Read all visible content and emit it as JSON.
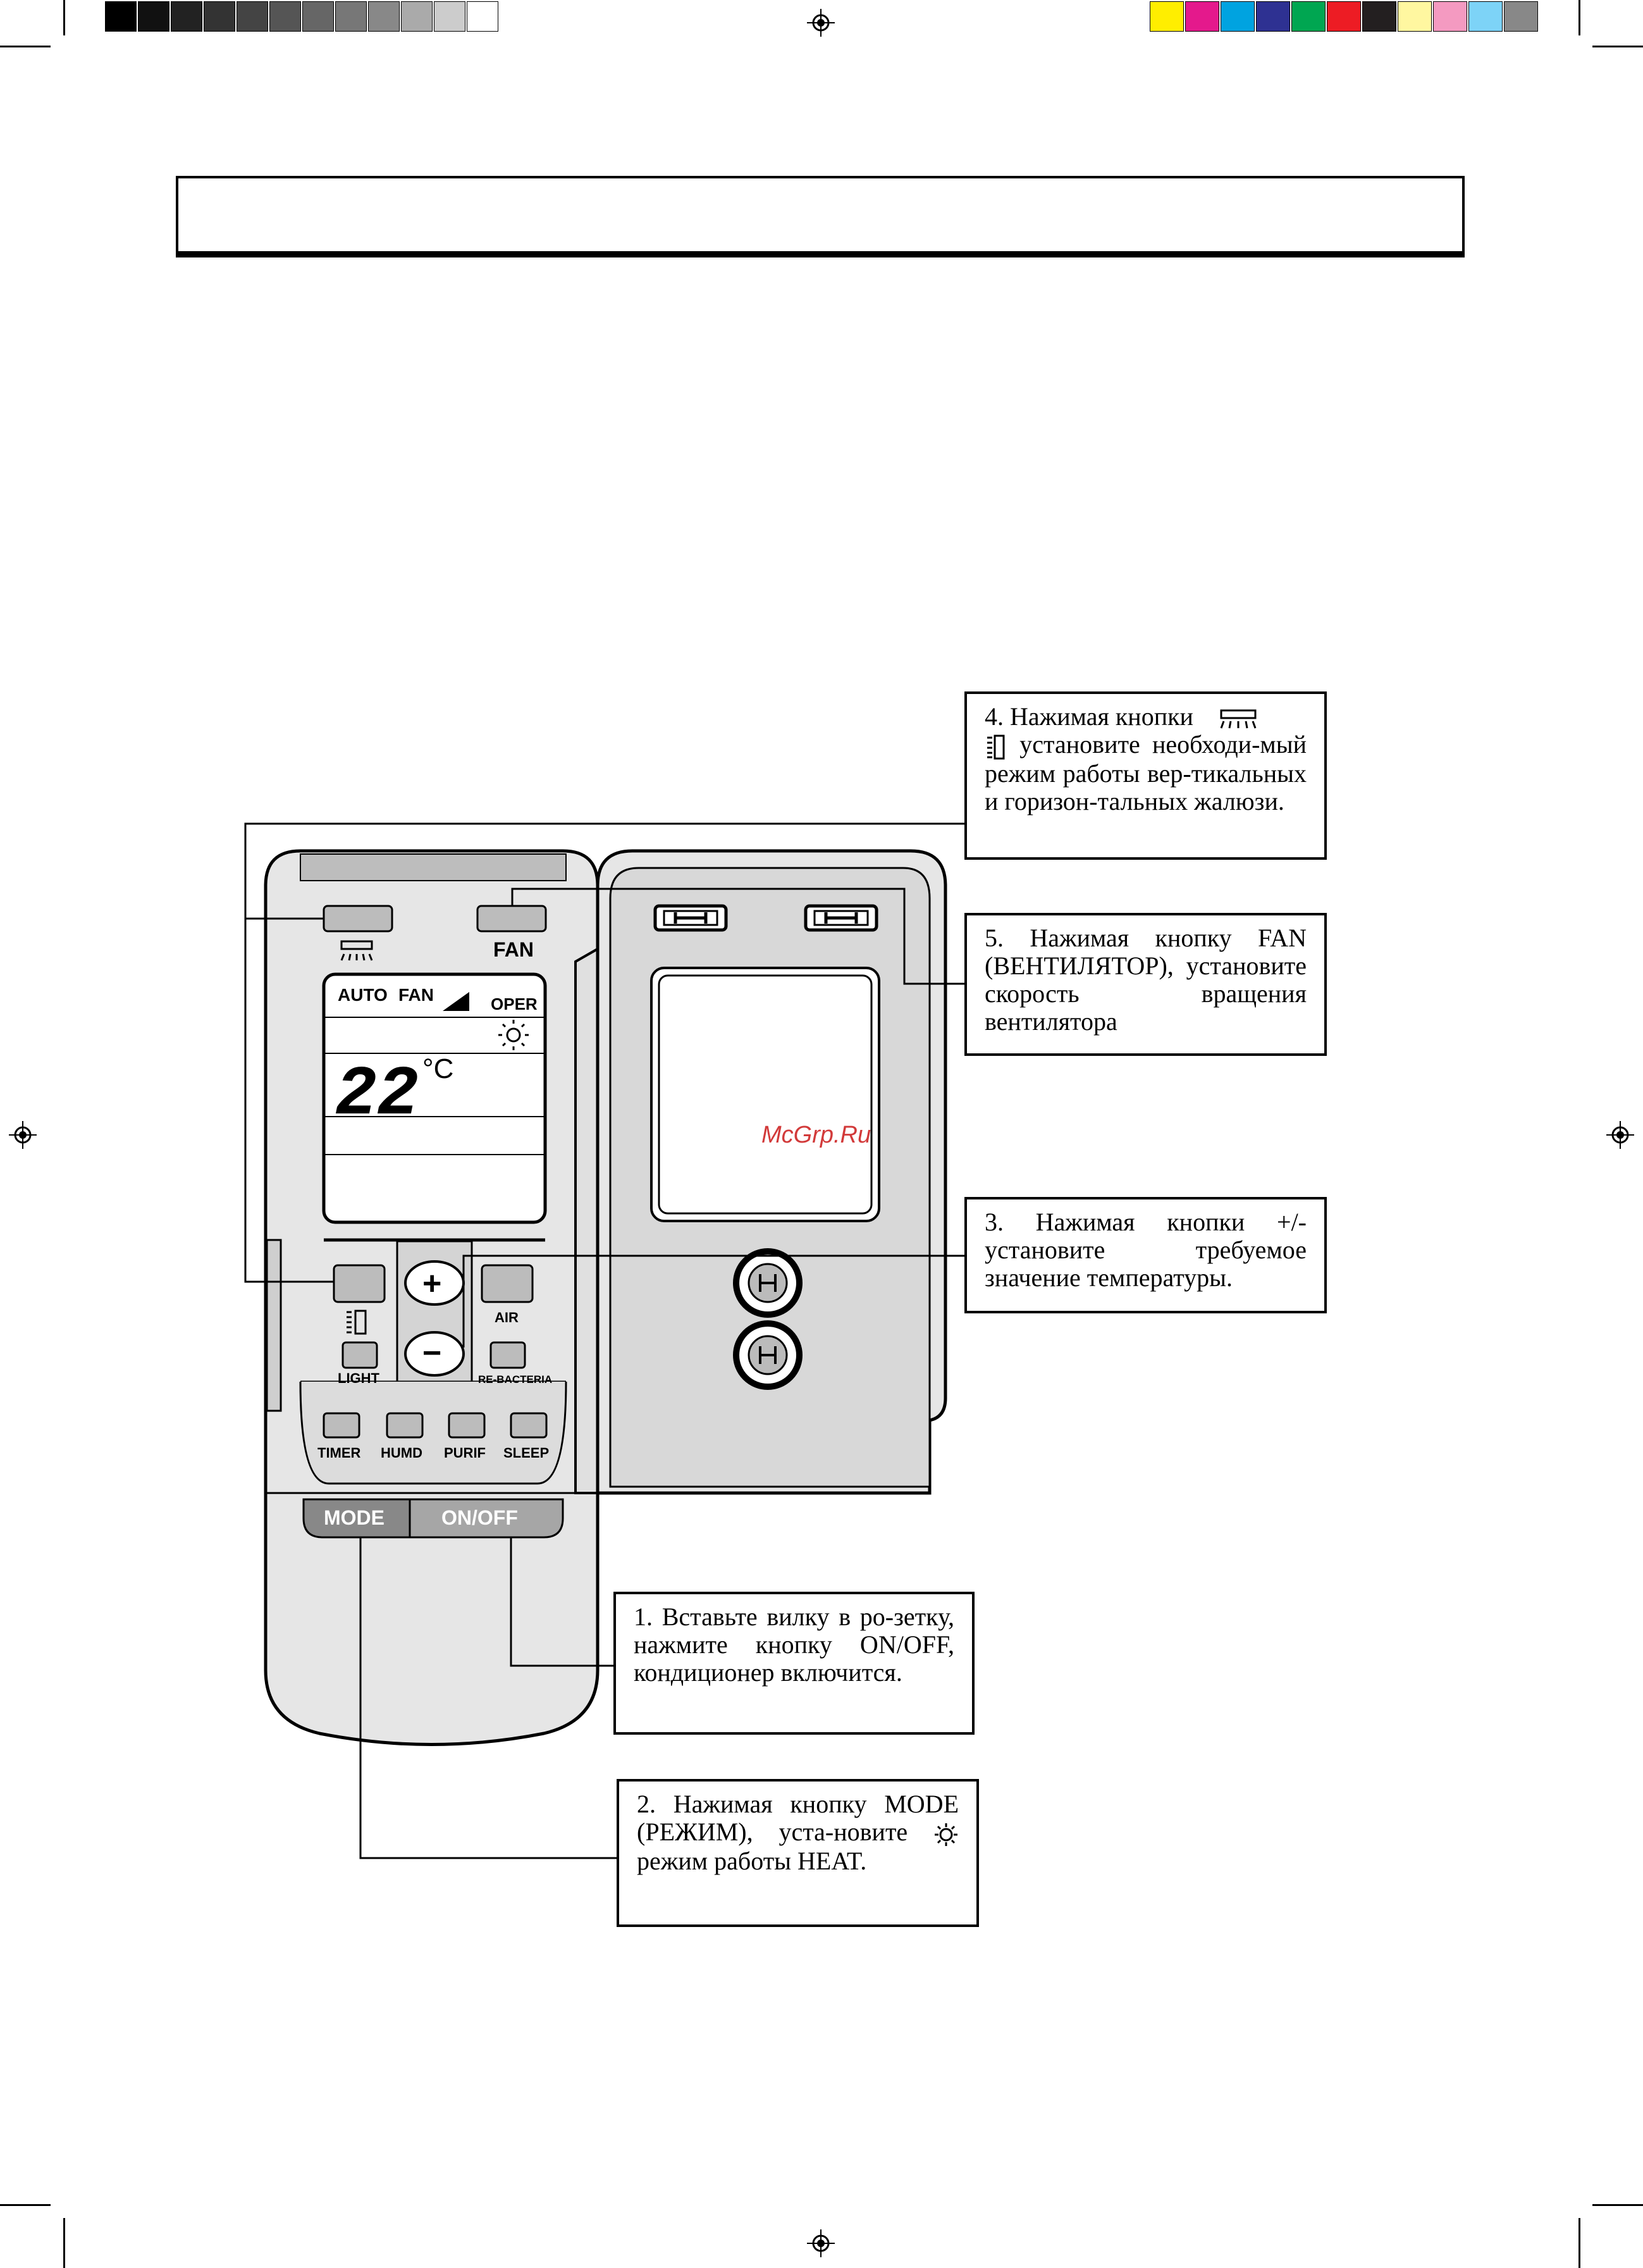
{
  "printer_marks": {
    "gray_swatches": [
      "#000000",
      "#111111",
      "#222222",
      "#333333",
      "#444444",
      "#555555",
      "#666666",
      "#777777",
      "#888888",
      "#aaaaaa",
      "#cccccc",
      "#ffffff"
    ],
    "color_swatches": [
      "#ffee00",
      "#e4198c",
      "#00a3e0",
      "#2e3192",
      "#00a651",
      "#ed1c24",
      "#231f20",
      "#fff7a0",
      "#f49ac1",
      "#7dd3f7",
      "#888888"
    ]
  },
  "remote": {
    "fan_label": "FAN",
    "lcd": {
      "auto_label": "AUTO",
      "fan_label": "FAN",
      "oper_label": "OPER",
      "temperature": "22",
      "unit": "°C"
    },
    "plus_label": "+",
    "minus_label": "−",
    "air_label": "AIR",
    "light_label": "LIGHT",
    "rebacteria_label": "RE-BACTERIA",
    "timer_label": "TIMER",
    "humd_label": "HUMD",
    "purif_label": "PURIF",
    "sleep_label": "SLEEP",
    "mode_label": "MODE",
    "onoff_label": "ON/OFF",
    "watermark": "McGrp.Ru"
  },
  "callouts": {
    "c4": {
      "part1": "4. Нажимая кнопки",
      "part2": "установите необходи-мый режим работы вер-тикальных и горизон-тальных жалюзи."
    },
    "c5": {
      "text": "5. Нажимая кнопку FAN (ВЕНТИЛЯТОР), установите скорость вращения вентилятора"
    },
    "c3": {
      "text": "3. Нажимая кнопки +/- установите требуемое значение температуры."
    },
    "c1": {
      "text": "1. Вставьте вилку в ро-зетку, нажмите кнопку ON/OFF, кондиционер включится."
    },
    "c2": {
      "part1": "2. Нажимая кнопку MODE (РЕЖИМ), уста-новите",
      "part2": "режим работы HEAT."
    }
  }
}
